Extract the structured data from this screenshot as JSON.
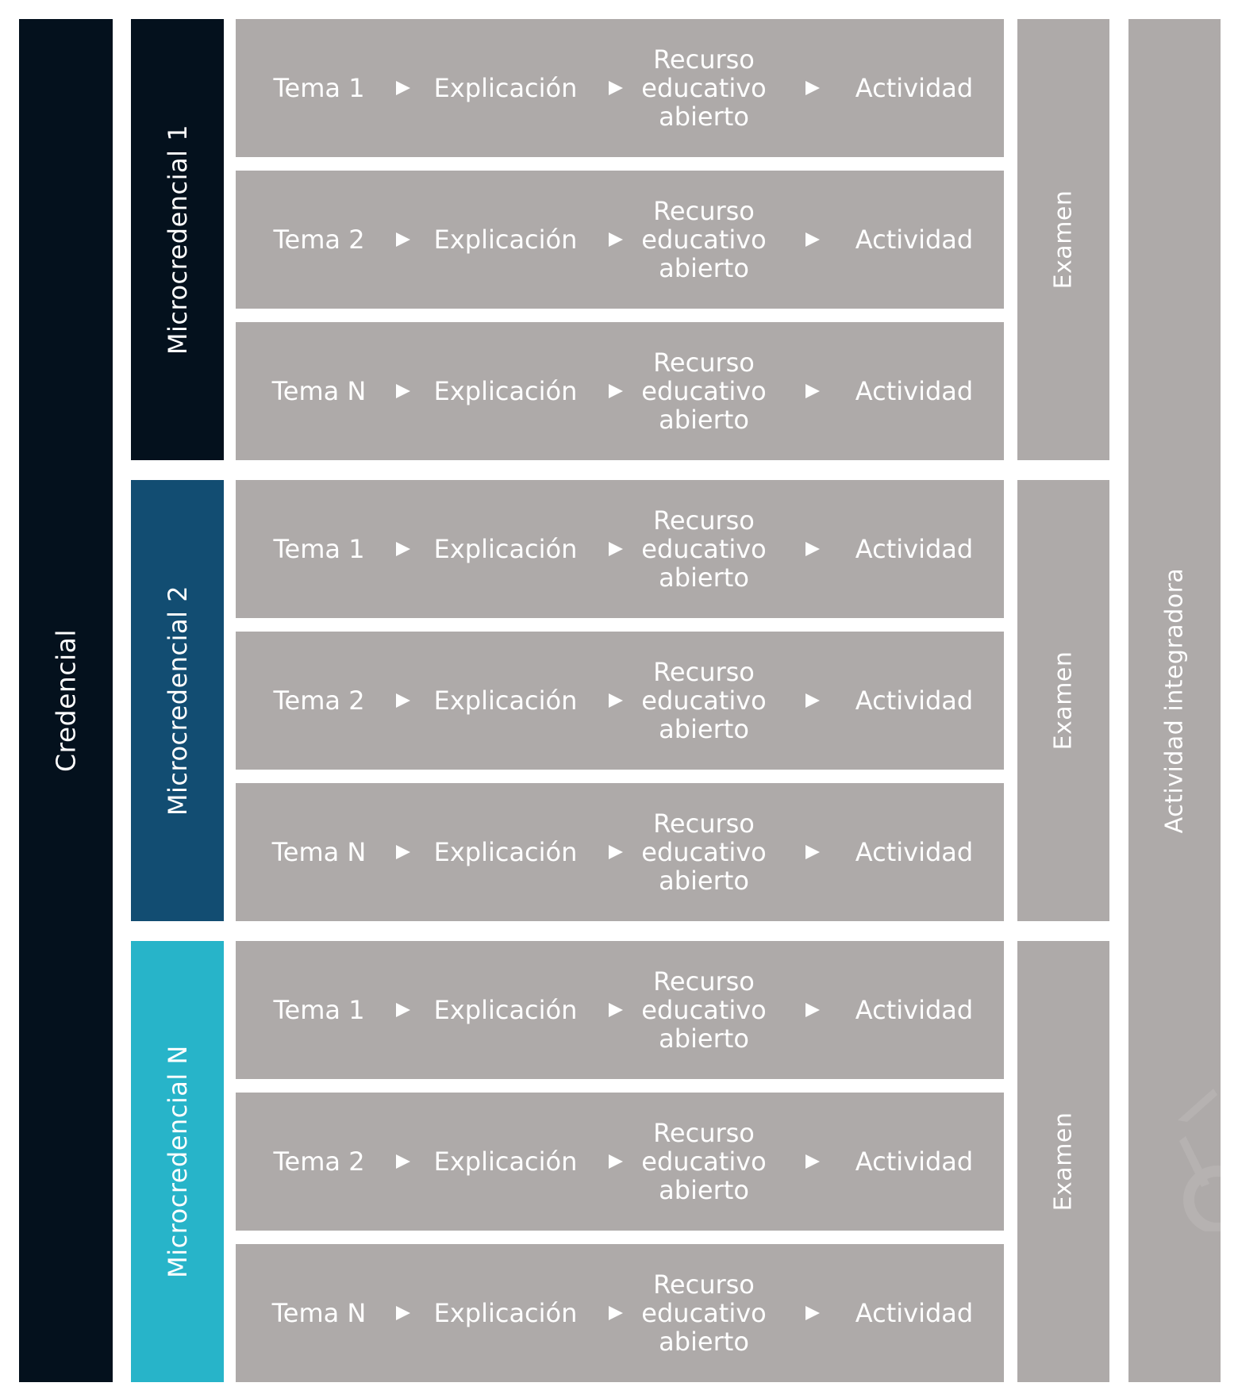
{
  "credential": {
    "label": "Credencial",
    "color": "#04111d"
  },
  "integrating_activity": {
    "label": "Actividad integradora",
    "color": "#aeaaa9"
  },
  "topic_box_color": "#aeaaa9",
  "microcredentials": [
    {
      "label": "Microcredencial 1",
      "color": "#04111d",
      "exam": "Examen",
      "topics": [
        {
          "tema": "Tema 1",
          "steps": [
            "Explicación",
            "Recurso",
            "educativo",
            "abierto",
            "Actividad"
          ]
        },
        {
          "tema": "Tema 2",
          "steps": [
            "Explicación",
            "Recurso",
            "educativo",
            "abierto",
            "Actividad"
          ]
        },
        {
          "tema": "Tema N",
          "steps": [
            "Explicación",
            "Recurso",
            "educativo",
            "abierto",
            "Actividad"
          ]
        }
      ]
    },
    {
      "label": "Microcredencial 2",
      "color": "#124d72",
      "exam": "Examen",
      "topics": [
        {
          "tema": "Tema 1",
          "steps": [
            "Explicación",
            "Recurso",
            "educativo",
            "abierto",
            "Actividad"
          ]
        },
        {
          "tema": "Tema 2",
          "steps": [
            "Explicación",
            "Recurso",
            "educativo",
            "abierto",
            "Actividad"
          ]
        },
        {
          "tema": "Tema N",
          "steps": [
            "Explicación",
            "Recurso",
            "educativo",
            "abierto",
            "Actividad"
          ]
        }
      ]
    },
    {
      "label": "Microcredencial N",
      "color": "#27b4c9",
      "exam": "Examen",
      "topics": [
        {
          "tema": "Tema 1",
          "steps": [
            "Explicación",
            "Recurso",
            "educativo",
            "abierto",
            "Actividad"
          ]
        },
        {
          "tema": "Tema 2",
          "steps": [
            "Explicación",
            "Recurso",
            "educativo",
            "abierto",
            "Actividad"
          ]
        },
        {
          "tema": "Tema N",
          "steps": [
            "Explicación",
            "Recurso",
            "educativo",
            "abierto",
            "Actividad"
          ]
        }
      ]
    }
  ]
}
